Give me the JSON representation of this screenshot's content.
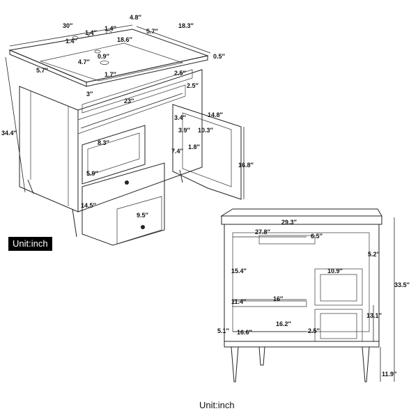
{
  "unit_labels": {
    "left": "Unit:inch",
    "right": "Unit:inch"
  },
  "top_view": {
    "dimensions": {
      "width": "30″",
      "top_spacing": "4.8″",
      "depth": "18.3″",
      "hole_spacing_a": "1.4″",
      "hole_spacing_b": "1.4″",
      "hole_offset": "1.4″",
      "inner_width": "18.6″",
      "side_5_7": "5.7″",
      "left_5_7": "5.7″",
      "top_thickness": "0.5″",
      "sink_depth": "4.7″",
      "drain": "0.9″",
      "drain_offset": "1.7″",
      "shelf_gap_a": "2.5″",
      "shelf_gap_b": "2.5″",
      "lip": "3″",
      "drawer_span": "23″",
      "height": "34.4″",
      "door_width": "14.8″",
      "hinge": "3.4″",
      "door_inset": "3.9″",
      "door_panel": "10.3″",
      "drawer_front_width": "8.3″",
      "handle_drop": "1.8″",
      "door_offset": "7.4″",
      "drawer_height": "5.9″",
      "drawer_depth": "14.5″",
      "door_height": "16.8″",
      "lower_drawer_width": "9.5″"
    }
  },
  "front_view": {
    "dimensions": {
      "top_width": "29.3″",
      "interior_width": "27.8″",
      "top_shelf": "6.5″",
      "back_gap": "5.2″",
      "left_height": "15.4″",
      "right_drawer": "10.9″",
      "shelf_depth": "11.4″",
      "shelf_width": "16″",
      "total_height": "33.5″",
      "side_height": "13.1″",
      "floor_gap": "5.1″",
      "base_width": "16.6″",
      "bottom_span": "16.2″",
      "right_gap": "2.5″",
      "leg_height": "11.9″"
    }
  }
}
